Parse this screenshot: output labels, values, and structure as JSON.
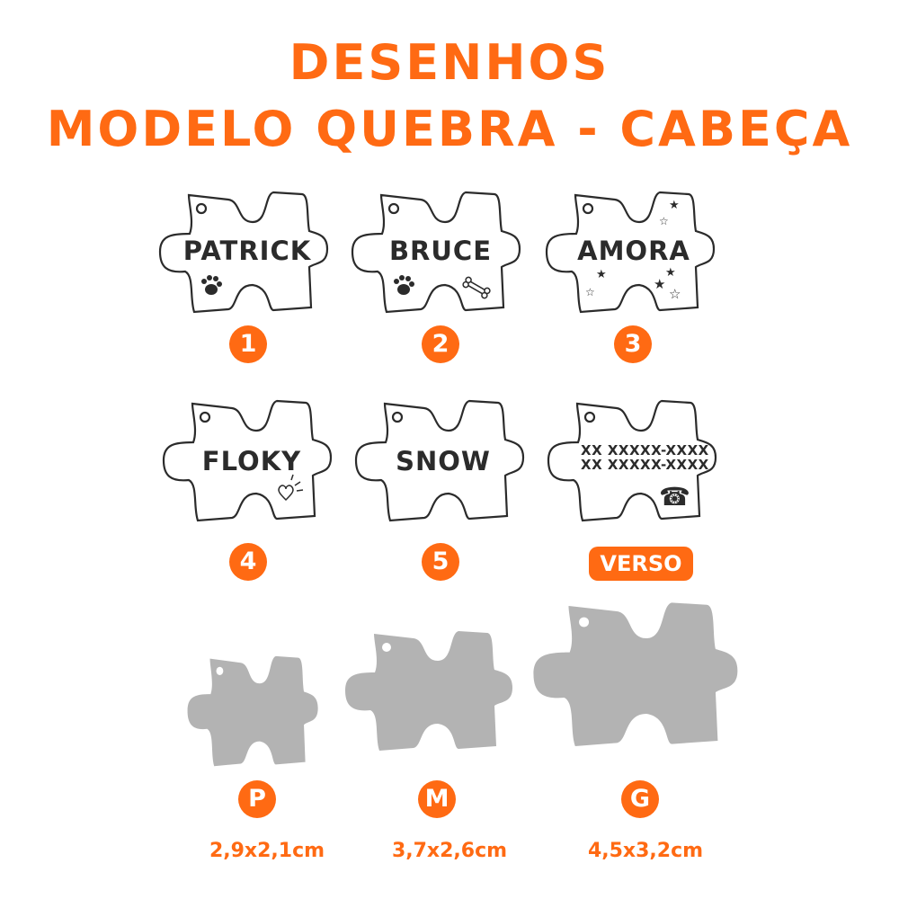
{
  "header": {
    "title_line1": "DESENHOS",
    "title_line2": "MODELO QUEBRA - CABEÇA"
  },
  "designs": [
    {
      "number": "1",
      "name": "PATRICK",
      "icons": [
        "paw-icon"
      ]
    },
    {
      "number": "2",
      "name": "BRUCE",
      "icons": [
        "paw-icon",
        "bone-icon"
      ]
    },
    {
      "number": "3",
      "name": "AMORA",
      "icons": [
        "star-icon"
      ]
    },
    {
      "number": "4",
      "name": "FLOKY",
      "icons": [
        "heart-icon"
      ]
    },
    {
      "number": "5",
      "name": "SNOW",
      "icons": []
    }
  ],
  "back": {
    "label": "VERSO",
    "line1": "XX XXXXX-XXXX",
    "line2": "XX XXXXX-XXXX",
    "icon": "telephone-icon"
  },
  "sizes": [
    {
      "letter": "P",
      "dimensions": "2,9x2,1cm"
    },
    {
      "letter": "M",
      "dimensions": "3,7x2,6cm"
    },
    {
      "letter": "G",
      "dimensions": "4,5x3,2cm"
    }
  ],
  "colors": {
    "accent": "#ff6a13",
    "outline": "#2b2b2b",
    "blank": "#b3b3b3"
  }
}
